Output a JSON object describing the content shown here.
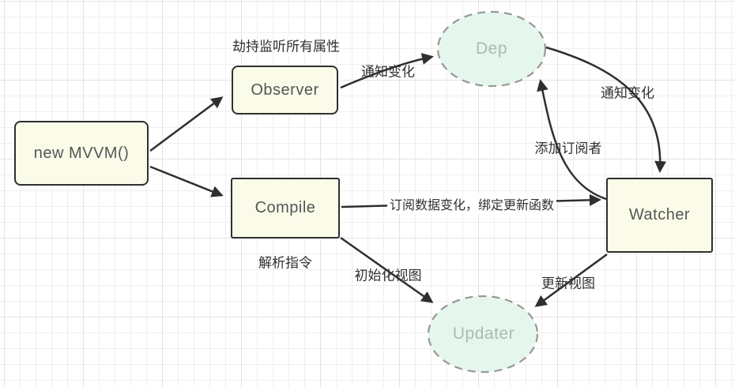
{
  "diagram": {
    "title": "MVVM data-binding flow diagram",
    "nodes": {
      "mvvm": "new MVVM()",
      "observer": "Observer",
      "compile": "Compile",
      "dep": "Dep",
      "watcher": "Watcher",
      "updater": "Updater"
    },
    "labels": {
      "observer_caption": "劫持监听所有属性",
      "notify_left": "通知变化",
      "notify_right": "通知变化",
      "add_subscriber": "添加订阅者",
      "subscribe": "订阅数据变化，绑定更新函数",
      "compile_caption": "解析指令",
      "init_view": "初始化视图",
      "update_view": "更新视图"
    },
    "colors": {
      "node_fill": "#fbfbe9",
      "node_border": "#2f2f2f",
      "node_text": "#555555",
      "ellipse_fill": "#e5f7ec",
      "ellipse_border": "#979797",
      "ellipse_text": "#a9bcae",
      "arrow": "#2f2f2f",
      "label_text": "#303030"
    }
  }
}
